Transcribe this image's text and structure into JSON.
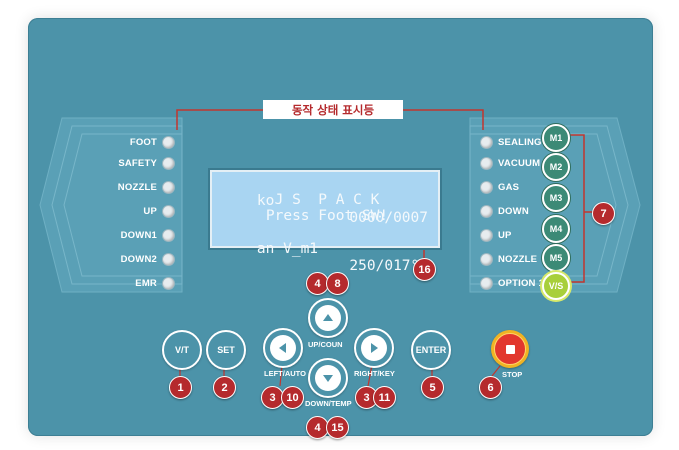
{
  "status_title": "동작 상태 표시등",
  "left_indicators": [
    "FOOT",
    "SAFETY",
    "NOZZLE",
    "UP",
    "DOWN1",
    "DOWN2",
    "EMR"
  ],
  "right_indicators": [
    "SEALING",
    "VACUUM",
    "GAS",
    "DOWN",
    "UP",
    "NOZZLE",
    "OPTION 1"
  ],
  "memory_buttons": [
    "M1",
    "M2",
    "M3",
    "M4",
    "M5",
    "V/S"
  ],
  "lcd": {
    "line1_left": "ko",
    "line1_right": "0000/0007",
    "line2": "J S  P A C K",
    "line3": "Press Foot SW!",
    "line4_left": "an V_m1",
    "line4_right": "250/017°C"
  },
  "buttons": {
    "vt": "V/T",
    "set": "SET",
    "enter": "ENTER",
    "up_label": "UP/COUN",
    "left_label": "LEFT/AUTO",
    "right_label": "RIGHT/KEY",
    "down_label": "DOWN/TEMP",
    "stop_label": "STOP"
  },
  "callouts": {
    "c1": "1",
    "c2": "2",
    "c3a": "3",
    "c10": "10",
    "c3b": "3",
    "c11": "11",
    "c4a": "4",
    "c8": "8",
    "c4b": "4",
    "c15": "15",
    "c5": "5",
    "c6": "6",
    "c7": "7",
    "c16": "16"
  },
  "colors": {
    "panel": "#4c93a9",
    "callout": "#b52a2d",
    "memory_button": "#3c8a76",
    "vs_button": "#a8cf3a",
    "stop_ring": "#f0b323",
    "stop_button": "#e2372d",
    "lcd": "#a9d5f2"
  }
}
